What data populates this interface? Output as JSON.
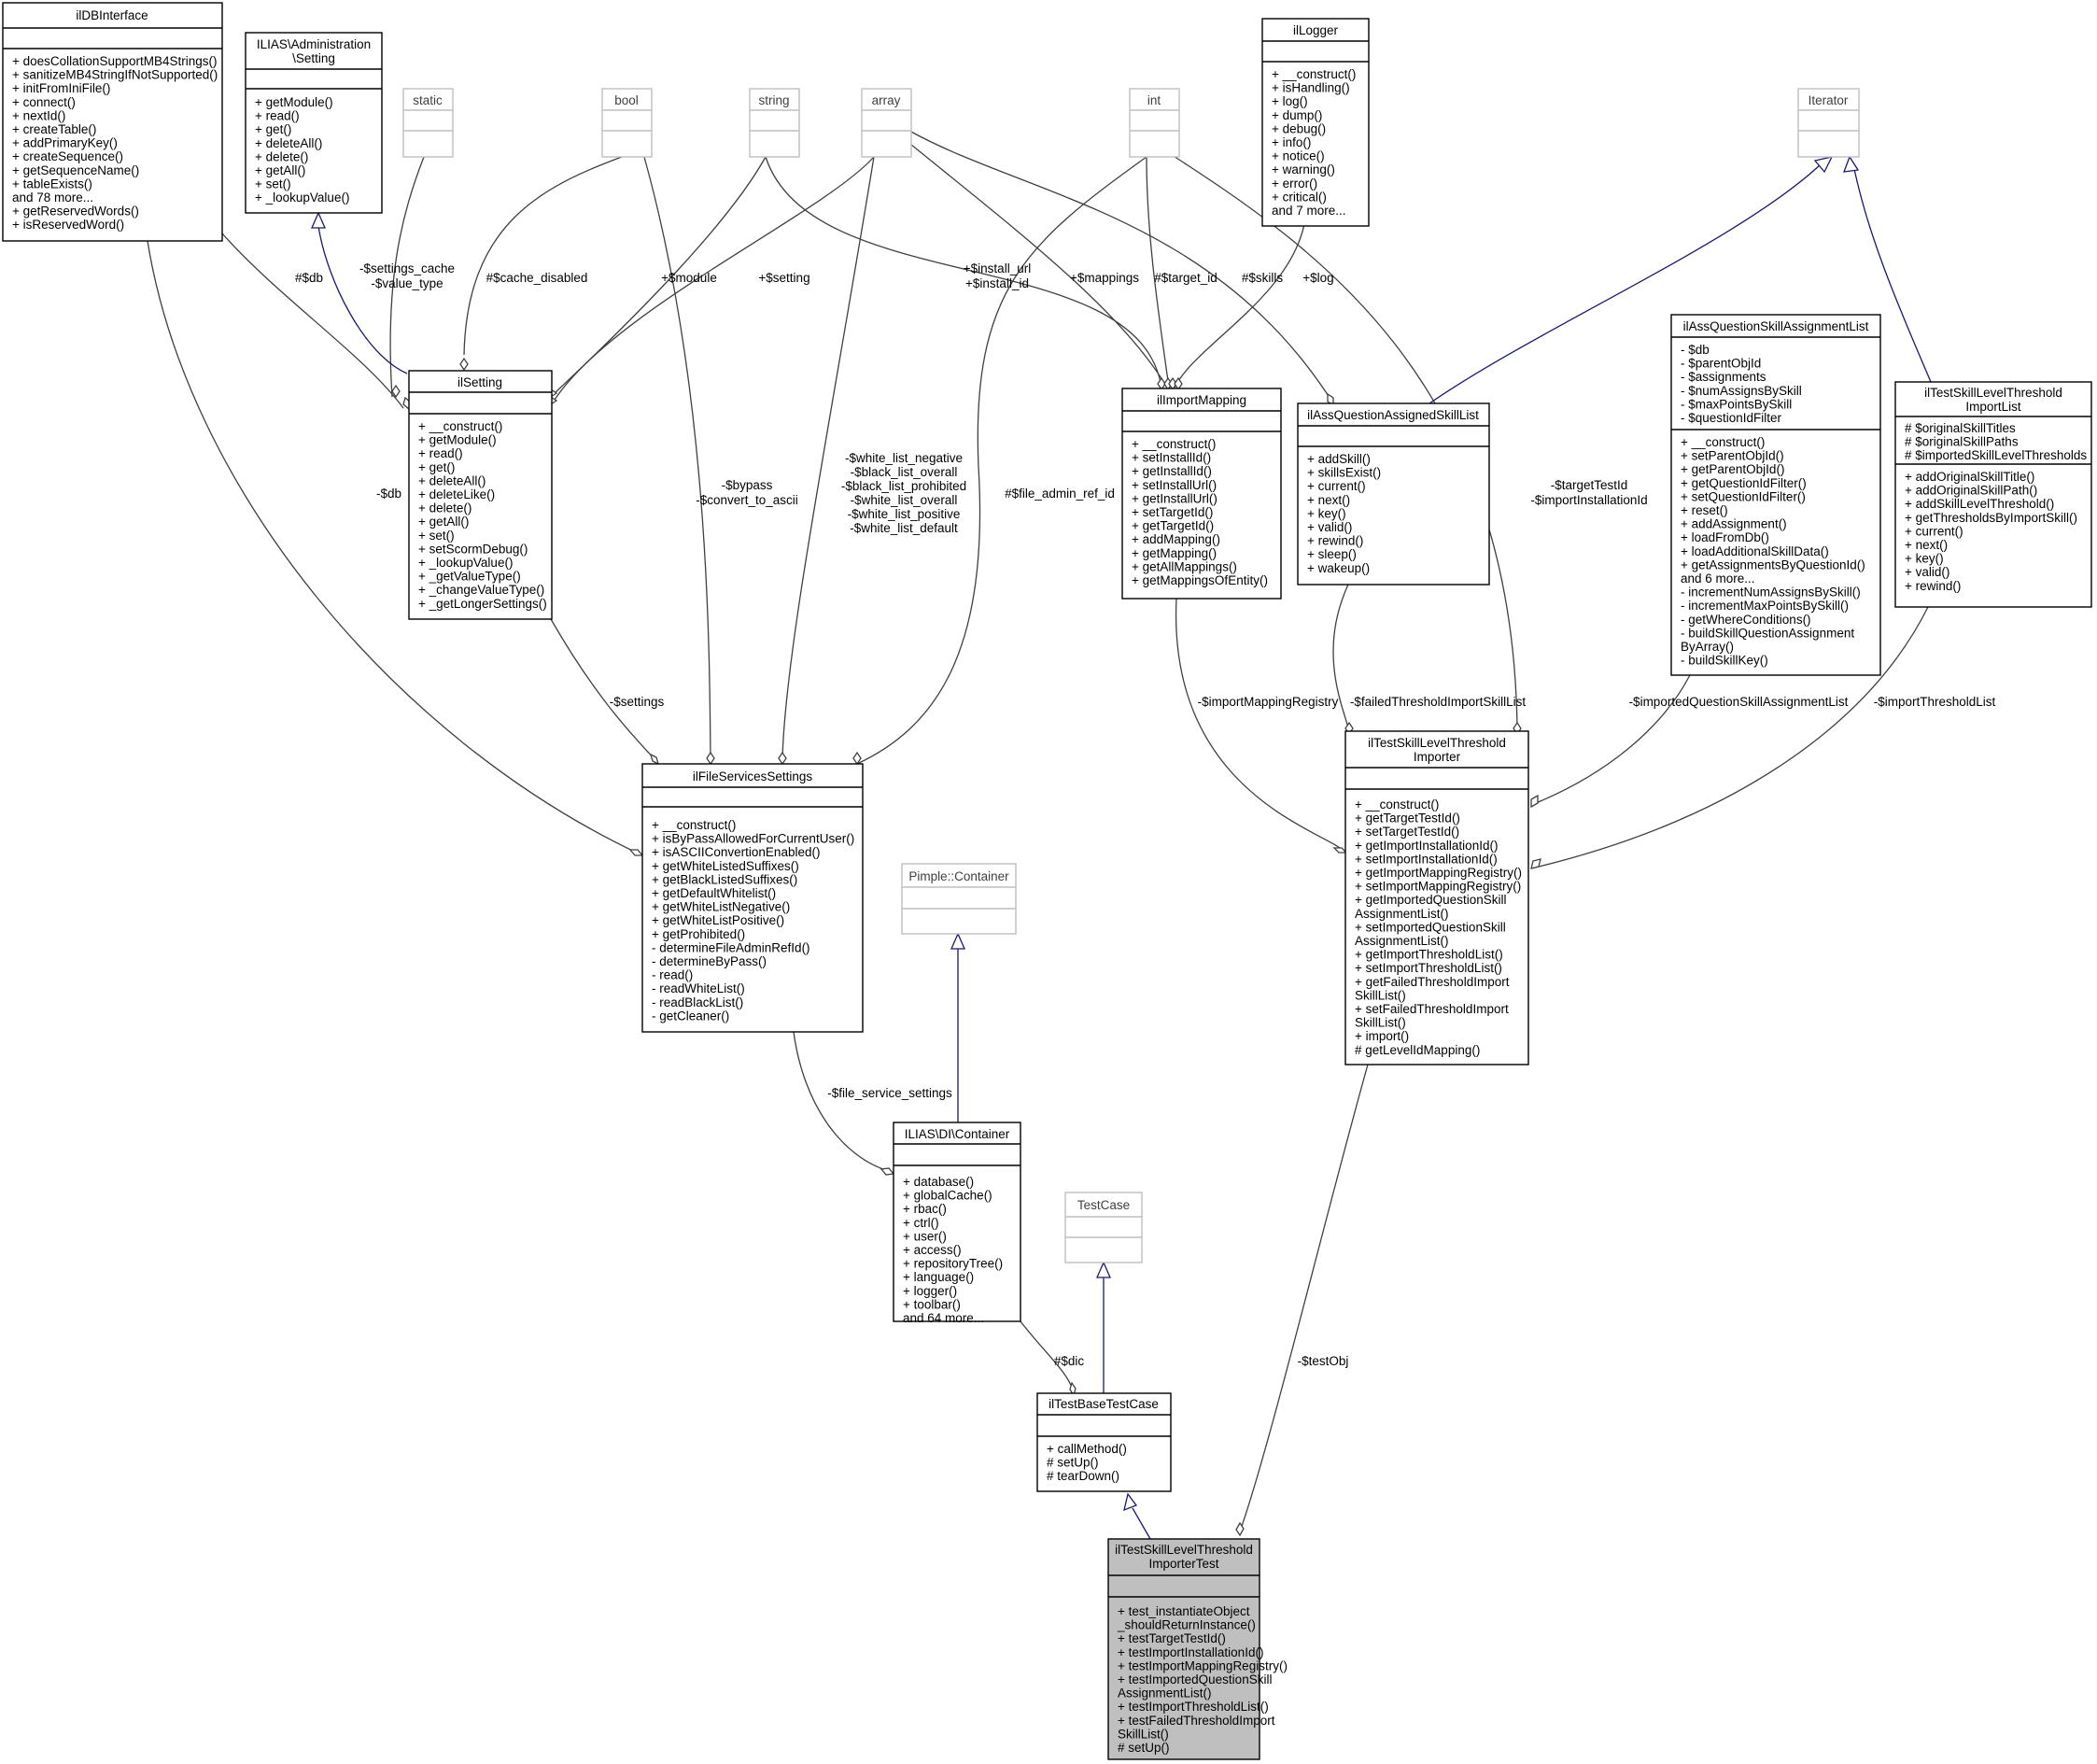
{
  "classes": {
    "ildbinterface": {
      "title": [
        "ilDBInterface"
      ],
      "attrs": [],
      "ops": [
        "+ doesCollationSupportMB4Strings()",
        "+ sanitizeMB4StringIfNotSupported()",
        "+ initFromIniFile()",
        "+ connect()",
        "+ nextId()",
        "+ createTable()",
        "+ addPrimaryKey()",
        "+ createSequence()",
        "+ getSequenceName()",
        "+ tableExists()",
        "and 78 more...",
        "+ getReservedWords()",
        "+ isReservedWord()"
      ]
    },
    "admin_setting": {
      "title": [
        "ILIAS\\Administration",
        "\\Setting"
      ],
      "attrs": [],
      "ops": [
        "+ getModule()",
        "+ read()",
        "+ get()",
        "+ deleteAll()",
        "+ delete()",
        "+ getAll()",
        "+ set()",
        "+ _lookupValue()"
      ]
    },
    "static": {
      "title": [
        "static"
      ]
    },
    "bool": {
      "title": [
        "bool"
      ]
    },
    "string": {
      "title": [
        "string"
      ]
    },
    "array": {
      "title": [
        "array"
      ]
    },
    "int": {
      "title": [
        "int"
      ]
    },
    "illogger": {
      "title": [
        "ilLogger"
      ],
      "attrs": [],
      "ops": [
        "+ __construct()",
        "+ isHandling()",
        "+ log()",
        "+ dump()",
        "+ debug()",
        "+ info()",
        "+ notice()",
        "+ warning()",
        "+ error()",
        "+ critical()",
        "and 7 more..."
      ]
    },
    "iterator": {
      "title": [
        "Iterator"
      ]
    },
    "ilsetting": {
      "title": [
        "ilSetting"
      ],
      "attrs": [],
      "ops": [
        "+ __construct()",
        "+ getModule()",
        "+ read()",
        "+ get()",
        "+ deleteAll()",
        "+ deleteLike()",
        "+ delete()",
        "+ getAll()",
        "+ set()",
        "+ setScormDebug()",
        "+ _lookupValue()",
        "+ _getValueType()",
        "+ _changeValueType()",
        "+ _getLongerSettings()"
      ]
    },
    "ilimportmapping": {
      "title": [
        "ilImportMapping"
      ],
      "attrs": [],
      "ops": [
        "+ __construct()",
        "+ setInstallId()",
        "+ getInstallId()",
        "+ setInstallUrl()",
        "+ getInstallUrl()",
        "+ setTargetId()",
        "+ getTargetId()",
        "+ addMapping()",
        "+ getMapping()",
        "+ getAllMappings()",
        "+ getMappingsOfEntity()"
      ]
    },
    "ilassquestionassignedskilllist": {
      "title": [
        "ilAssQuestionAssignedSkillList"
      ],
      "attrs": [],
      "ops": [
        "+ addSkill()",
        "+ skillsExist()",
        "+ current()",
        "+ next()",
        "+ key()",
        "+ valid()",
        "+ rewind()",
        "+ sleep()",
        "+ wakeup()"
      ]
    },
    "ilassquestionskillassignmentlist": {
      "title": [
        "ilAssQuestionSkillAssignmentList"
      ],
      "attrs": [
        "- $db",
        "- $parentObjId",
        "- $assignments",
        "- $numAssignsBySkill",
        "- $maxPointsBySkill",
        "- $questionIdFilter"
      ],
      "ops": [
        "+ __construct()",
        "+ setParentObjId()",
        "+ getParentObjId()",
        "+ getQuestionIdFilter()",
        "+ setQuestionIdFilter()",
        "+ reset()",
        "+ addAssignment()",
        "+ loadFromDb()",
        "+ loadAdditionalSkillData()",
        "+ getAssignmentsByQuestionId()",
        "and 6 more...",
        "- incrementNumAssignsBySkill()",
        "- incrementMaxPointsBySkill()",
        "- getWhereConditions()",
        "- buildSkillQuestionAssignment",
        "ByArray()",
        "- buildSkillKey()"
      ]
    },
    "iltestskilllevelthresholdimportlist": {
      "title": [
        "ilTestSkillLevelThreshold",
        "ImportList"
      ],
      "attrs": [
        "# $originalSkillTitles",
        "# $originalSkillPaths",
        "# $importedSkillLevelThresholds"
      ],
      "ops": [
        "+ addOriginalSkillTitle()",
        "+ addOriginalSkillPath()",
        "+ addSkillLevelThreshold()",
        "+ getThresholdsByImportSkill()",
        "+ current()",
        "+ next()",
        "+ key()",
        "+ valid()",
        "+ rewind()"
      ]
    },
    "ilfileservicessettings": {
      "title": [
        "ilFileServicesSettings"
      ],
      "attrs": [],
      "ops": [
        "+ __construct()",
        "+ isByPassAllowedForCurrentUser()",
        "+ isASCIIConvertionEnabled()",
        "+ getWhiteListedSuffixes()",
        "+ getBlackListedSuffixes()",
        "+ getDefaultWhitelist()",
        "+ getWhiteListNegative()",
        "+ getWhiteListPositive()",
        "+ getProhibited()",
        "- determineFileAdminRefId()",
        "- determineByPass()",
        "- read()",
        "- readWhiteList()",
        "- readBlackList()",
        "- getCleaner()"
      ]
    },
    "iltestskilllevelthresholdimporter": {
      "title": [
        "ilTestSkillLevelThreshold",
        "Importer"
      ],
      "attrs": [],
      "ops": [
        "+ __construct()",
        "+ getTargetTestId()",
        "+ setTargetTestId()",
        "+ getImportInstallationId()",
        "+ setImportInstallationId()",
        "+ getImportMappingRegistry()",
        "+ setImportMappingRegistry()",
        "+ getImportedQuestionSkill",
        "AssignmentList()",
        "+ setImportedQuestionSkill",
        "AssignmentList()",
        "+ getImportThresholdList()",
        "+ setImportThresholdList()",
        "+ getFailedThresholdImport",
        "SkillList()",
        "+ setFailedThresholdImport",
        "SkillList()",
        "+ import()",
        "# getLevelIdMapping()"
      ]
    },
    "pimple": {
      "title": [
        "Pimple::Container"
      ]
    },
    "dicontainer": {
      "title": [
        "ILIAS\\DI\\Container"
      ],
      "attrs": [],
      "ops": [
        "+ database()",
        "+ globalCache()",
        "+ rbac()",
        "+ ctrl()",
        "+ user()",
        "+ access()",
        "+ repositoryTree()",
        "+ language()",
        "+ logger()",
        "+ toolbar()",
        "and 64 more..."
      ]
    },
    "testcase": {
      "title": [
        "TestCase"
      ]
    },
    "iltestbasetestcase": {
      "title": [
        "ilTestBaseTestCase"
      ],
      "attrs": [],
      "ops": [
        "+ callMethod()",
        "# setUp()",
        "# tearDown()"
      ]
    },
    "iltestskilllevelthresholdimportertest": {
      "title": [
        "ilTestSkillLevelThreshold",
        "ImporterTest"
      ],
      "attrs": [],
      "ops": [
        "+ test_instantiateObject",
        "_shouldReturnInstance()",
        "+ testTargetTestId()",
        "+ testImportInstallationId()",
        "+ testImportMappingRegistry()",
        "+ testImportedQuestionSkill",
        "AssignmentList()",
        "+ testImportThresholdList()",
        "+ testFailedThresholdImport",
        "SkillList()",
        "# setUp()"
      ]
    }
  },
  "edges": {
    "db_setting": [
      "#$db"
    ],
    "settings_cache": [
      "-$settings_cache",
      "-$value_type"
    ],
    "cache_disabled": [
      "#$cache_disabled"
    ],
    "module": [
      "+$module"
    ],
    "setting": [
      "+$setting"
    ],
    "install": [
      "+$install_url",
      "+$install_id"
    ],
    "mappings": [
      "+$mappings"
    ],
    "target_id": [
      "#$target_id"
    ],
    "skills": [
      "#$skills"
    ],
    "log": [
      "+$log"
    ],
    "db_fss": [
      "-$db"
    ],
    "bypass": [
      "-$bypass",
      "-$convert_to_ascii"
    ],
    "lists": [
      "-$white_list_negative",
      "-$black_list_overall",
      "-$black_list_prohibited",
      "-$white_list_overall",
      "-$white_list_positive",
      "-$white_list_default"
    ],
    "file_admin": [
      "#$file_admin_ref_id"
    ],
    "target_test": [
      "-$targetTestId",
      "-$importInstallationId"
    ],
    "settings": [
      "-$settings"
    ],
    "import_mapping_registry": [
      "-$importMappingRegistry"
    ],
    "failed_threshold": [
      "-$failedThresholdImportSkillList"
    ],
    "imported_assignment": [
      "-$importedQuestionSkillAssignmentList"
    ],
    "import_threshold": [
      "-$importThresholdList"
    ],
    "file_service_settings": [
      "-$file_service_settings"
    ],
    "dic": [
      "#$dic"
    ],
    "test_obj": [
      "-$testObj"
    ]
  }
}
